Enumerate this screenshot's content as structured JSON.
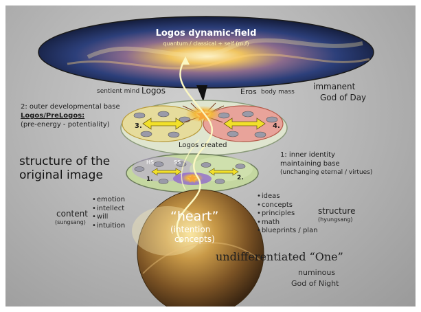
{
  "logos_field": {
    "title": "Logos dynamic-field",
    "subtitle": "quantum / classical + self (m,f)"
  },
  "top_labels": {
    "sentient_mind": "sentient mind",
    "logos": "Logos",
    "eros": "Eros",
    "body_mass": "body mass"
  },
  "immanent": {
    "line1": "immanent",
    "line2": "God of Day"
  },
  "outer_base": {
    "line1": "2: outer developmental base",
    "heading": "Logos/PreLogos:",
    "line3": "(pre-energy - potentiality)"
  },
  "upper_disc": {
    "left_number": "3.",
    "right_number": "4.",
    "caption": "Logos created"
  },
  "structure_title": {
    "line1": "structure of the",
    "line2": "original image"
  },
  "inner_base": {
    "line1": "1: inner identity",
    "line2": "maintaining base",
    "line3": "(unchanging eternal / virtues)"
  },
  "lower_disc": {
    "hs": "HS",
    "ss": "SS",
    "left_number": "1.",
    "right_number": "2."
  },
  "content": {
    "label": "content",
    "sublabel": "(sungsang)",
    "items": [
      "emotion",
      "intellect",
      "will",
      "intuition"
    ]
  },
  "structure": {
    "label": "structure",
    "sublabel": "(hyungsang)",
    "items": [
      "ideas",
      "concepts",
      "principles",
      "math",
      "blueprints / plan"
    ]
  },
  "heart": {
    "title": "“heart”",
    "line2": "(intention",
    "line3": "concepts)"
  },
  "one": {
    "title": "undifferentiated “One”",
    "line2": "numinous",
    "line3": "God of Night"
  },
  "colors": {
    "upper_left_lobe": "#e6dc9c",
    "upper_right_lobe": "#e8a39a",
    "lower_disc": "#c4d7a0",
    "arrow_yellow": "#f2e02a",
    "sphere_gold": "#b78a3a",
    "purple": "#8a5bd0"
  }
}
